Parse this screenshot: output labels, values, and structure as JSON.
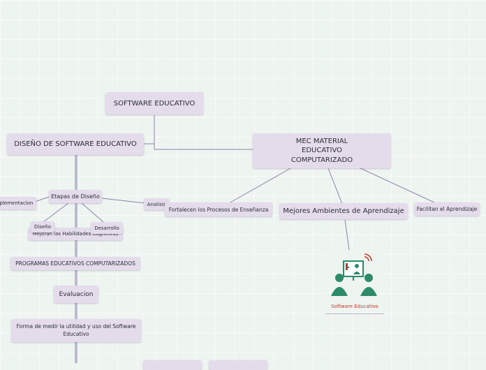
{
  "map": {
    "root": "SOFTWARE EDUCATIVO",
    "diseno": "DISEÑO DE SOFTWARE EDUCATIVO",
    "mec": "MEC MATERIAL EDUCATIVO COMPUTARIZADO",
    "etapas": "Etapas de Diseño",
    "implementacion": "Implementacion",
    "analisis": "Analisis",
    "diseno_etapa": "Diseño",
    "desarrollo": "Desarrollo",
    "habilidades": "Mejoran las Habilidades Cognitivas",
    "programas": "PROGRAMAS EDUCATIVOS COMPUTARIZADOS",
    "evaluacion": "Evaluacion",
    "forma": "Forma de medir la utilidad y uso del Software Educativo",
    "fortalecen": "Fortalecen los Procesos de Enseñanza",
    "mejores": "Mejores Ambientes de Aprendizaje",
    "facilitan": "Facilitan el Aprendizaje",
    "image_caption": "Software Educativo"
  },
  "colors": {
    "node_fill": "#e4dcea",
    "connector": "#8b83a9",
    "background": "#eef5f1",
    "caption": "#c0392b",
    "figure_green": "#2e8b6a"
  },
  "icons": {
    "image": "classroom-teacher-students-illustration"
  }
}
